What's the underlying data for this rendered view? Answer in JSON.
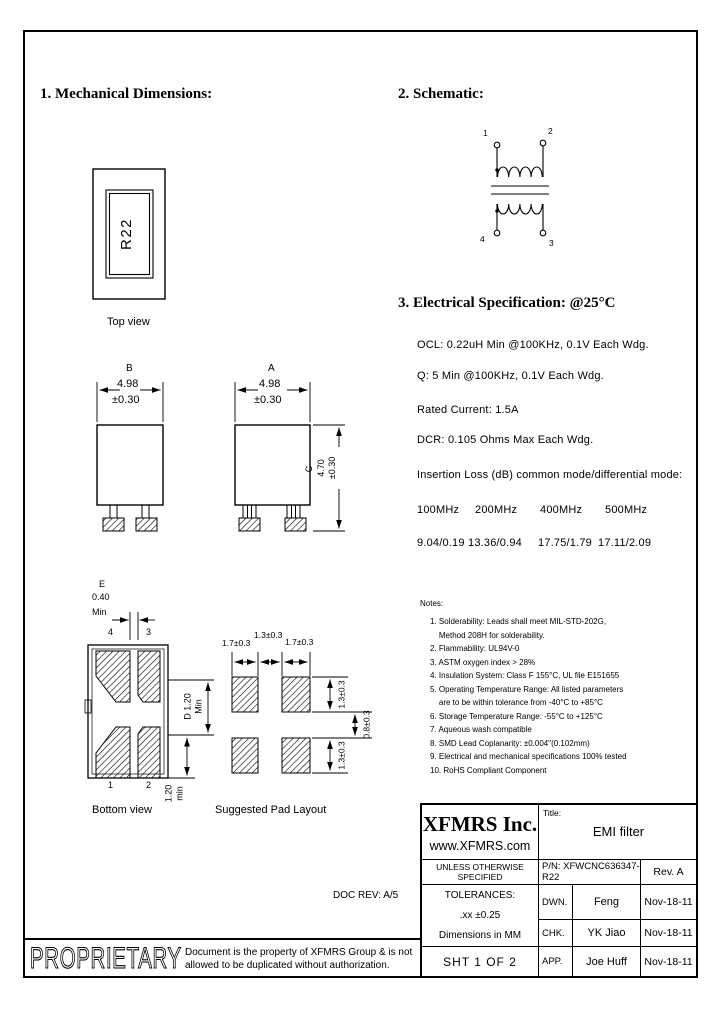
{
  "headings": {
    "mechanical": "1. Mechanical Dimensions:",
    "schematic": "2. Schematic:",
    "electrical": "3. Electrical Specification: @25°C"
  },
  "mechanical": {
    "marking": "R22",
    "top_view_caption": "Top view",
    "bottom_view_caption": "Bottom view",
    "pad_layout_caption": "Suggested Pad Layout",
    "dim_b": {
      "letter": "B",
      "value": "4.98",
      "tol": "±0.30"
    },
    "dim_a": {
      "letter": "A",
      "value": "4.98",
      "tol": "±0.30"
    },
    "dim_c": {
      "letter": "C",
      "value": "4.70",
      "tol": "±0.30"
    },
    "dim_e": {
      "letter": "E",
      "value": "0.40",
      "qual": "Min"
    },
    "dim_d": {
      "letter": "D",
      "value": "1.20",
      "qual": "Min"
    },
    "dim_pitch": {
      "value": "1.20",
      "qual": "min"
    },
    "pad_numbers": {
      "top_left": "4",
      "top_right": "3",
      "bottom_left": "1",
      "bottom_right": "2"
    },
    "pad_layout_dims": {
      "top": [
        "1.7±0.3",
        "1.3±0.3",
        "1.7±0.3"
      ],
      "right": [
        "1.3±0.3",
        "0.8±0.3",
        "1.3±0.3"
      ]
    }
  },
  "schematic_terminals": {
    "t1": "1",
    "t2": "2",
    "t3": "3",
    "t4": "4"
  },
  "electrical": {
    "lines": [
      "OCL: 0.22uH Min @100KHz, 0.1V Each Wdg.",
      "Q: 5 Min @100KHz, 0.1V Each Wdg.",
      "Rated Current: 1.5A",
      "DCR: 0.105 Ohms Max Each Wdg.",
      "Insertion Loss (dB) common mode/differential mode:"
    ],
    "il_freqs": [
      "100MHz",
      "200MHz",
      "400MHz",
      "500MHz"
    ],
    "il_values": [
      "9.04/0.19",
      "13.36/0.94",
      "17.75/1.79",
      "17.11/2.09"
    ]
  },
  "notes": {
    "title": "Notes:",
    "items": [
      "1. Solderability: Leads shall meet MIL-STD-202G,\n    Method 208H for solderability.",
      "2. Flammability: UL94V-0",
      "3. ASTM oxygen index > 28%",
      "4. Insulation System: Class F 155°C, UL file E151655",
      "5. Operating Temperature Range: All listed parameters\n    are to be within tolerance from -40°C to +85°C",
      "6. Storage Temperature Range: -55°C to +125°C",
      "7. Aqueous wash compatible",
      "8. SMD Lead Coplanarity: ±0.004\"(0.102mm)",
      "9. Electrical and mechanical specifications 100% tested",
      "10. RoHS Compliant Component"
    ]
  },
  "doc_rev": "DOC REV: A/5",
  "title_block": {
    "company": "XFMRS Inc.",
    "website": "www.XFMRS.com",
    "title_label": "Title:",
    "title": "EMI filter",
    "unless": "UNLESS OTHERWISE SPECIFIED",
    "pn": "P/N: XFWCNC636347-R22",
    "rev": "Rev. A",
    "tolerances_label": "TOLERANCES:",
    "tolerance_xx": ".xx ±0.25",
    "dims_in": "Dimensions in MM",
    "sheet": "SHT 1 OF 2",
    "rows": [
      {
        "role": "DWN.",
        "name": "Feng",
        "date": "Nov-18-11"
      },
      {
        "role": "CHK.",
        "name": "YK Jiao",
        "date": "Nov-18-11"
      },
      {
        "role": "APP.",
        "name": "Joe Huff",
        "date": "Nov-18-11"
      }
    ]
  },
  "proprietary": {
    "word": "PROPRIETARY",
    "text": "Document is the property of XFMRS Group & is not allowed to be duplicated without authorization."
  }
}
